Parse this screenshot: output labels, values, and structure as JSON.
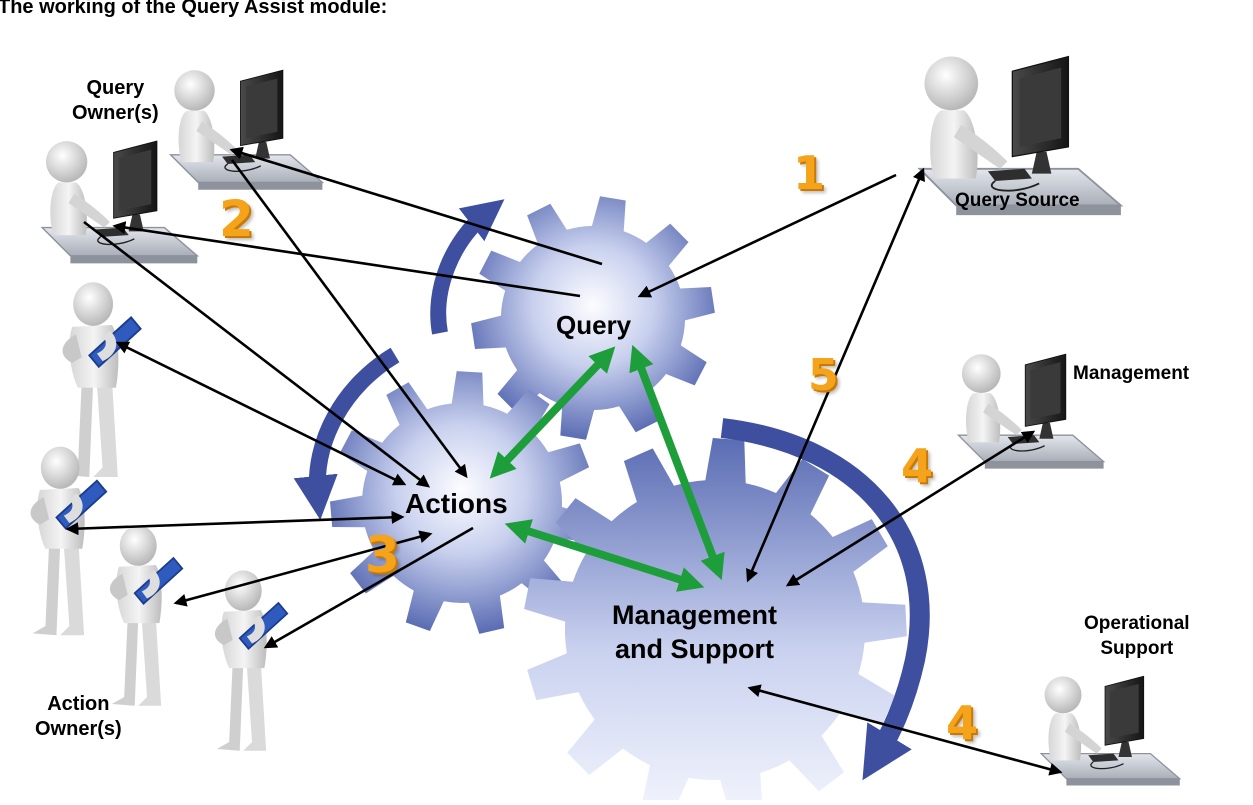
{
  "title": "The working of the Query Assist module:",
  "gears": {
    "query": "Query",
    "actions": "Actions",
    "management_line1": "Management",
    "management_line2": "and Support"
  },
  "actors": {
    "query_owners_line1": "Query",
    "query_owners_line2": "Owner(s)",
    "query_source": "Query Source",
    "management": "Management",
    "operational_support_line1": "Operational",
    "operational_support_line2": "Support",
    "action_owners_line1": "Action",
    "action_owners_line2": "Owner(s)"
  },
  "steps": [
    "1",
    "2",
    "3",
    "4",
    "4",
    "5"
  ],
  "colors": {
    "gear_dark": "#4b5fa8",
    "gear_light": "#eef1fb",
    "rotation_arrow": "#3d4f9e",
    "flow_arrow": "#000000",
    "gear_link_arrow": "#1e9e3a",
    "step_number": "#f5a31a",
    "figure": "#e6e6e6",
    "tablet": "#2f5bbf",
    "monitor": "#2a2a2a"
  },
  "icons": [
    "person-at-computer-icon",
    "person-holding-tablet-icon",
    "gear-icon",
    "rotation-arrow-icon"
  ]
}
